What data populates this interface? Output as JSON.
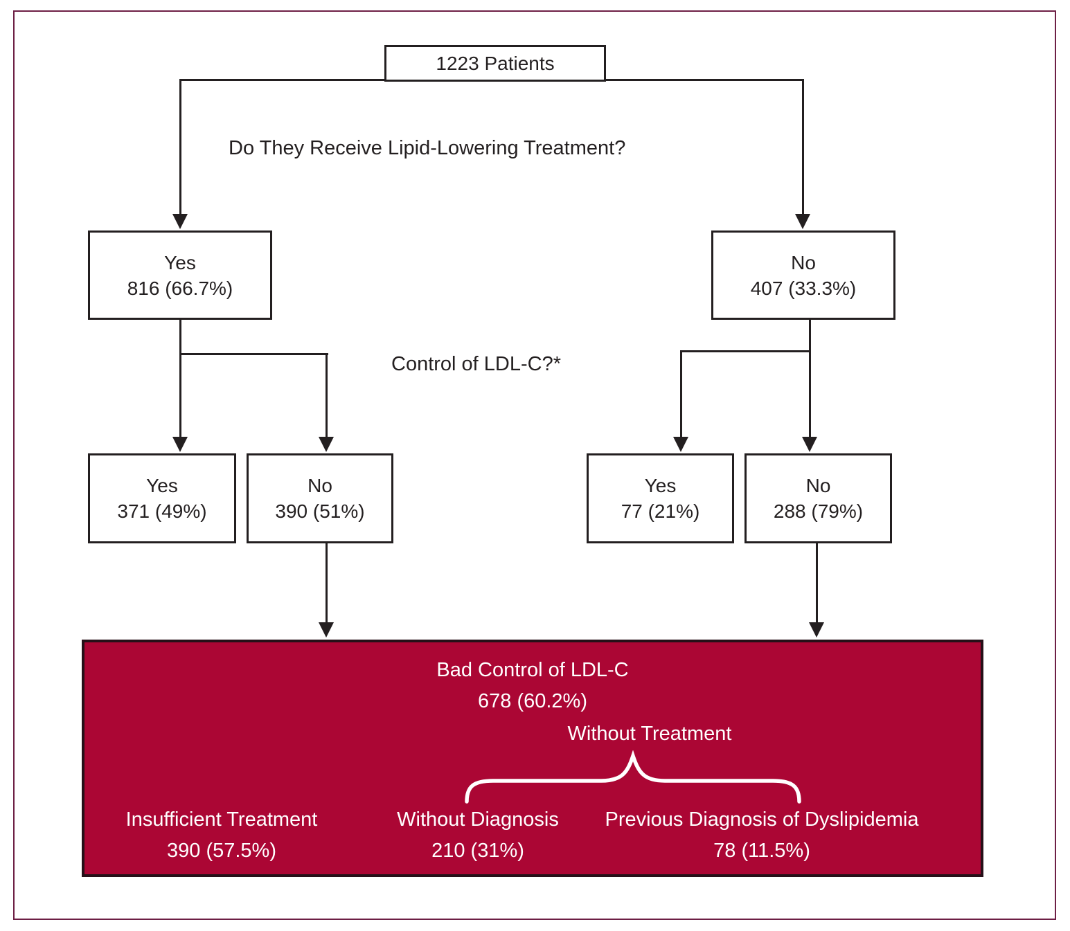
{
  "palette": {
    "outer_border": "#6d1f45",
    "line_color": "#231f20",
    "highlight_bg": "#ab0634",
    "highlight_border": "#261018",
    "highlight_text": "#ffffff"
  },
  "questions": {
    "treatment": "Do They Receive Lipid-Lowering Treatment?",
    "control": "Control of LDL-C?*"
  },
  "nodes": {
    "total": {
      "label": "1223 Patients"
    },
    "treated": {
      "answer": "Yes",
      "value": "816 (66.7%)"
    },
    "untreated": {
      "answer": "No",
      "value": "407 (33.3%)"
    },
    "treated_controlled": {
      "answer": "Yes",
      "value": "371 (49%)"
    },
    "treated_uncontrolled": {
      "answer": "No",
      "value": "390 (51%)"
    },
    "untreated_controlled": {
      "answer": "Yes",
      "value": "77 (21%)"
    },
    "untreated_uncontrolled": {
      "answer": "No",
      "value": "288 (79%)"
    }
  },
  "bad_control": {
    "title": "Bad Control of LDL-C",
    "value": "678 (60.2%)",
    "subgroup_label": "Without Treatment",
    "items": [
      {
        "label": "Insufficient Treatment",
        "value": "390 (57.5%)"
      },
      {
        "label": "Without Diagnosis",
        "value": "210 (31%)"
      },
      {
        "label": "Previous Diagnosis of Dyslipidemia",
        "value": "78 (11.5%)"
      }
    ]
  }
}
